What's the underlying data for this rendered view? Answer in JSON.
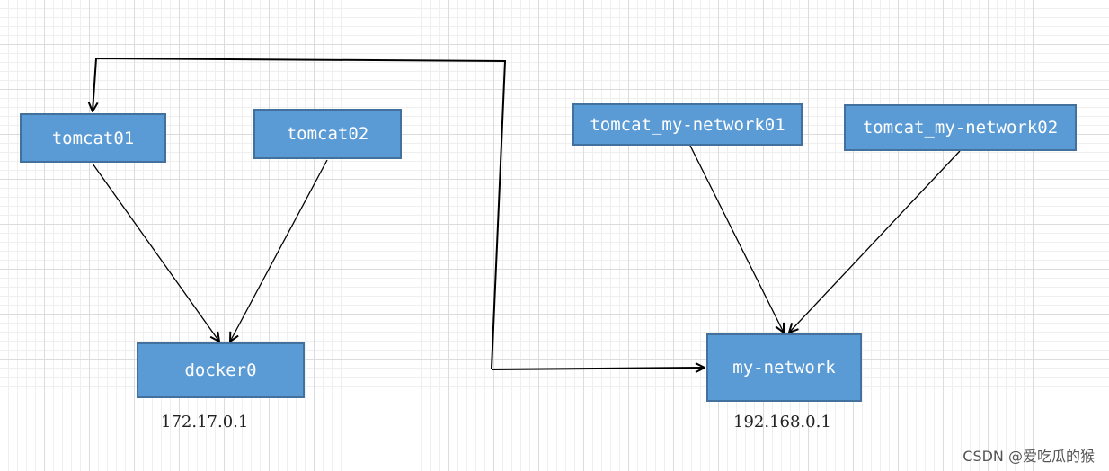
{
  "nodes": {
    "tomcat01": "tomcat01",
    "tomcat02": "tomcat02",
    "tomcat_my_network01": "tomcat_my-network01",
    "tomcat_my_network02": "tomcat_my-network02",
    "docker0": "docker0",
    "my_network": "my-network"
  },
  "ips": {
    "docker0": "172.17.0.1",
    "my_network": "192.168.0.1"
  },
  "watermark": "CSDN @爱吃瓜的猴",
  "colors": {
    "node_fill": "#5b9bd5",
    "node_border": "#41719c",
    "node_text": "#ffffff",
    "arrow": "#000000"
  }
}
